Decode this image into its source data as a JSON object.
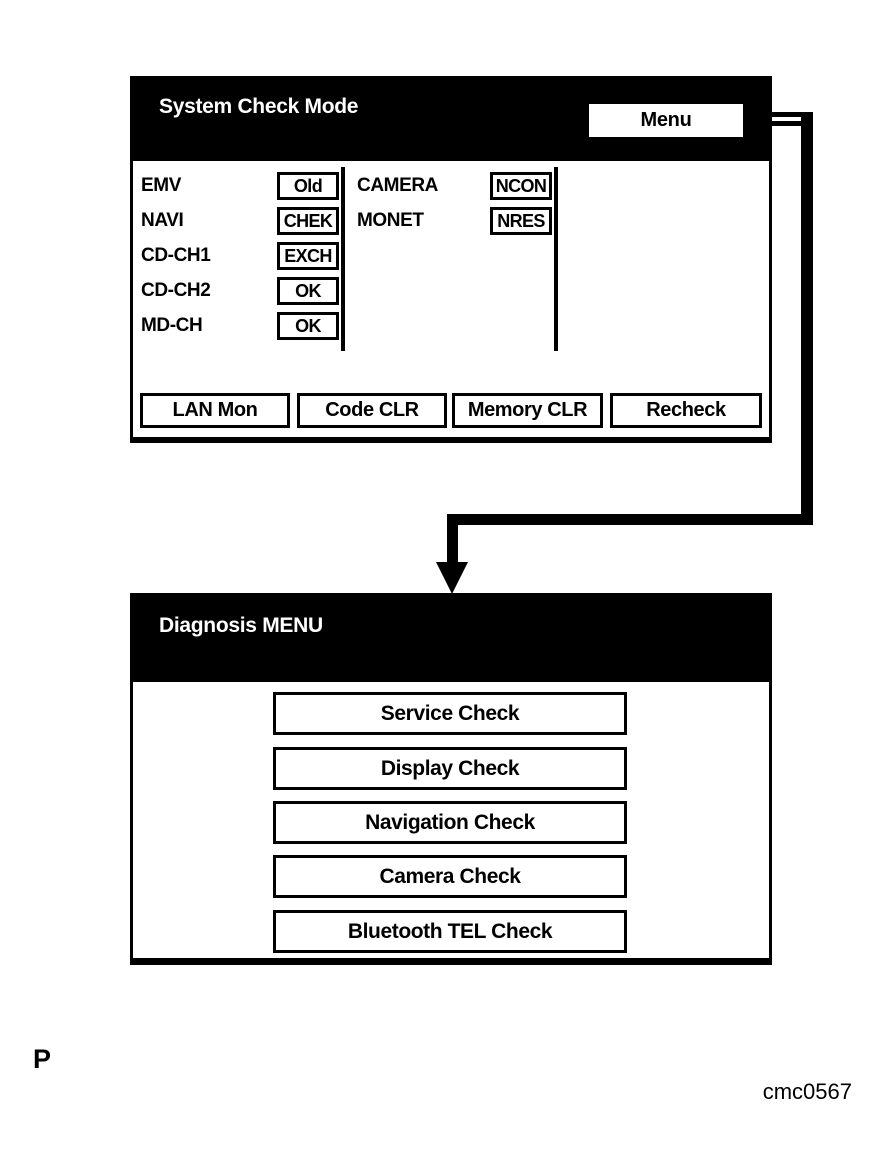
{
  "colors": {
    "ink": "#000000",
    "paper": "#ffffff"
  },
  "system_check_screen": {
    "title": "System Check Mode",
    "menu_button_label": "Menu",
    "left_items": [
      {
        "label": "EMV",
        "status": "Old"
      },
      {
        "label": "NAVI",
        "status": "CHEK"
      },
      {
        "label": "CD-CH1",
        "status": "EXCH"
      },
      {
        "label": "CD-CH2",
        "status": "OK"
      },
      {
        "label": "MD-CH",
        "status": "OK"
      }
    ],
    "right_items": [
      {
        "label": "CAMERA",
        "status": "NCON"
      },
      {
        "label": "MONET",
        "status": "NRES"
      }
    ],
    "footer_buttons": [
      {
        "label": "LAN Mon"
      },
      {
        "label": "Code CLR"
      },
      {
        "label": "Memory CLR"
      },
      {
        "label": "Recheck"
      }
    ]
  },
  "diagnosis_screen": {
    "title": "Diagnosis MENU",
    "menu_buttons": [
      {
        "label": "Service Check"
      },
      {
        "label": "Display Check"
      },
      {
        "label": "Navigation Check"
      },
      {
        "label": "Camera Check"
      },
      {
        "label": "Bluetooth TEL Check"
      }
    ]
  },
  "annotations": {
    "page_marker": "P",
    "figure_code": "cmc0567"
  }
}
